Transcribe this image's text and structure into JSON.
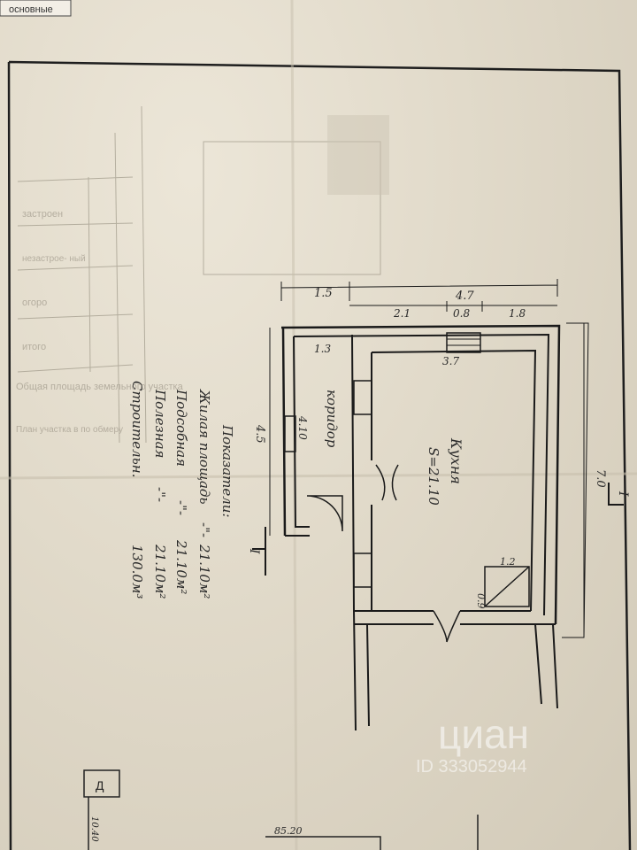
{
  "header": {
    "tab_label": "основные"
  },
  "background_form": {
    "cells": [
      "застроен",
      "незастрое-\nный",
      "огоро",
      "итого"
    ],
    "total_area_label": "Общая площадь\nземельного участка",
    "footnote": "План участка в\nпо обмеру"
  },
  "plan": {
    "dimensions": {
      "top_total": "4.7",
      "top_left": "1.5",
      "segments": [
        "2.1",
        "0.8",
        "1.8"
      ],
      "right_side": "7.0",
      "left_side": "4.5",
      "corridor_inner": "1.3",
      "corridor_len": "4.10",
      "kitchen_width": "3.7",
      "stair_w": "1.2",
      "stair_h": "0.9"
    },
    "rooms": {
      "kitchen_name": "Кухня",
      "kitchen_area": "S=21.10",
      "corridor_name": "коридор"
    },
    "section_marks": {
      "top": "I",
      "bottom": "I"
    }
  },
  "indicators": {
    "title": "Показатели:",
    "rows": [
      {
        "label": "Жилая площадь",
        "ditto": "-\"-",
        "value": "21.10м²"
      },
      {
        "label": "Подсобная",
        "ditto": "-\"-",
        "value": "21.10м²"
      },
      {
        "label": "Полезная",
        "ditto": "-\"-",
        "value": "21.10м²"
      },
      {
        "label": "Строительн.",
        "ditto": "",
        "value": "130.0м³"
      }
    ]
  },
  "corner_letter": "Д",
  "bottom_numbers": [
    "85.20",
    "10.40"
  ],
  "watermark": {
    "brand": "циан",
    "id": "ID 333052944"
  }
}
